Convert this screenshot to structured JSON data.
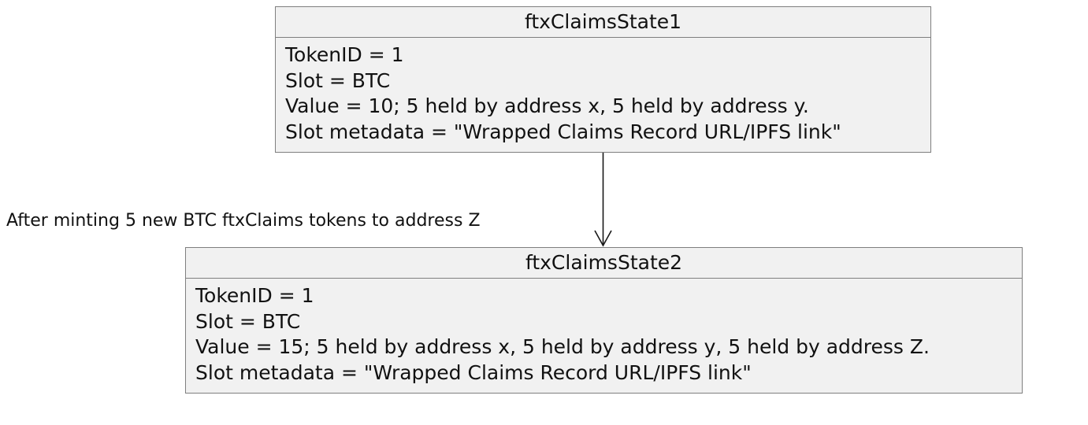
{
  "states": [
    {
      "title": "ftxClaimsState1",
      "lines": [
        "TokenID = 1",
        "Slot = BTC",
        "Value = 10; 5 held by address x, 5 held by address y.",
        "Slot metadata = \"Wrapped Claims Record URL/IPFS link\""
      ]
    },
    {
      "title": "ftxClaimsState2",
      "lines": [
        "TokenID = 1",
        "Slot = BTC",
        "Value = 15; 5 held by address x, 5 held by address y, 5 held by address Z.",
        "Slot metadata = \"Wrapped Claims Record URL/IPFS link\""
      ]
    }
  ],
  "transition": {
    "label": "After minting 5 new BTC ftxClaims tokens to address Z"
  },
  "colors": {
    "box_fill": "#f1f1f1",
    "box_border": "#7f7f7f",
    "arrow": "#181818",
    "text": "#111111"
  }
}
